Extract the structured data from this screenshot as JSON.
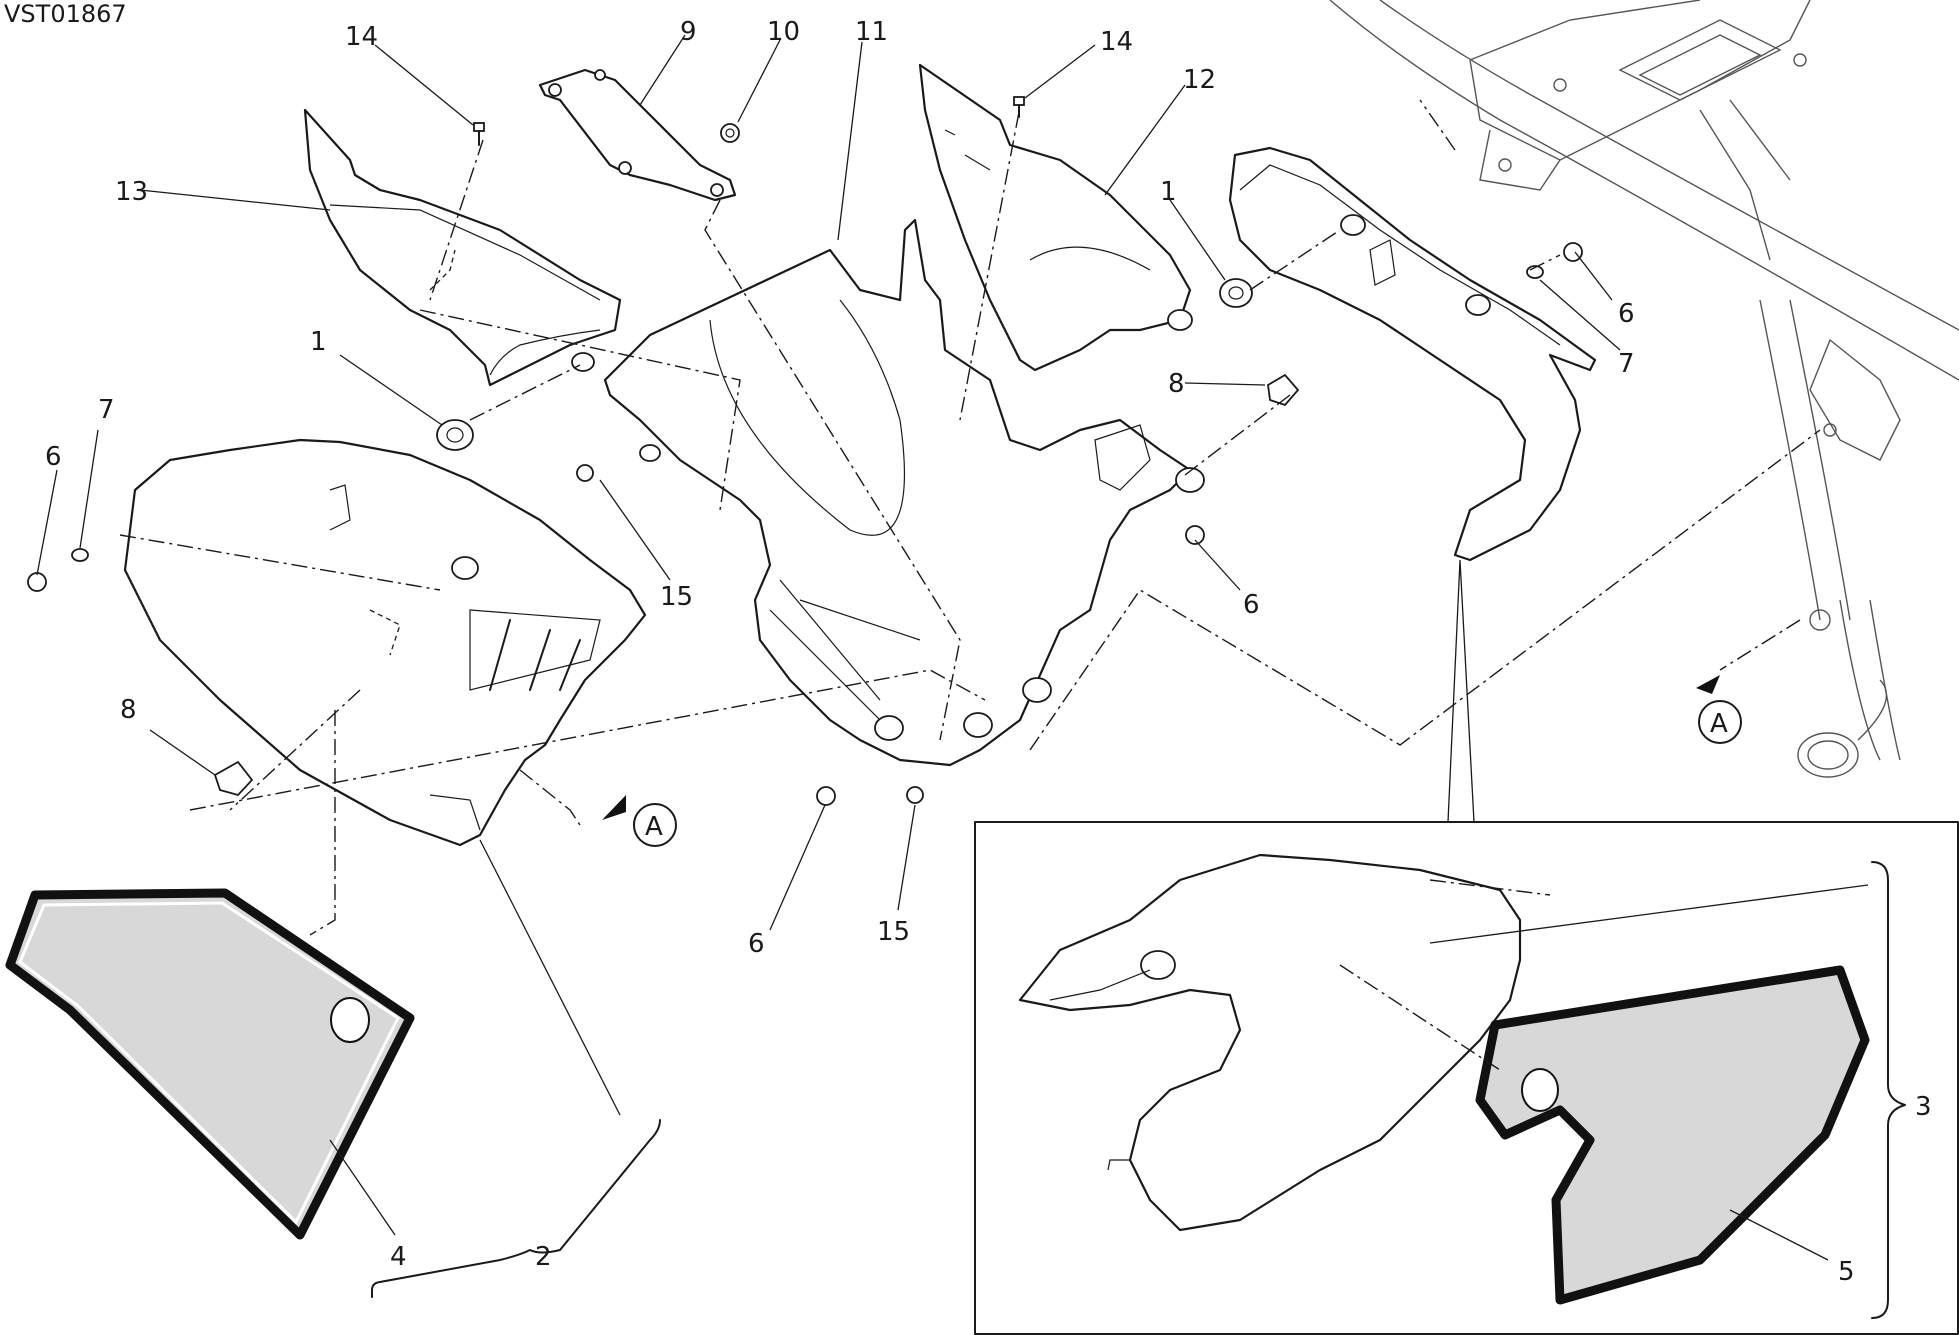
{
  "drawing_code": "VST01867",
  "callouts": {
    "c1a": "1",
    "c1b": "1",
    "c2": "2",
    "c3": "3",
    "c4": "4",
    "c5": "5",
    "c6a": "6",
    "c6b": "6",
    "c6c": "6",
    "c6d": "6",
    "c7a": "7",
    "c7b": "7",
    "c8a": "8",
    "c8b": "8",
    "c9": "9",
    "c10": "10",
    "c11": "11",
    "c12": "12",
    "c13": "13",
    "c14a": "14",
    "c14b": "14",
    "c15a": "15",
    "c15b": "15"
  },
  "view_markers": {
    "a1": "A",
    "a2": "A"
  }
}
